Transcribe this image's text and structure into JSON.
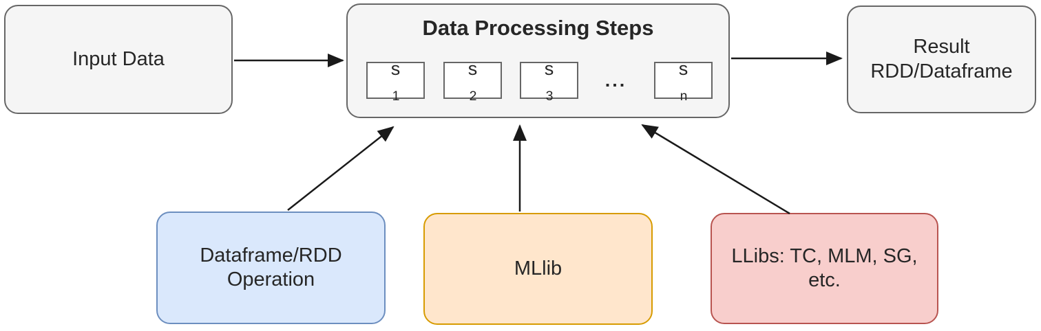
{
  "diagram": {
    "background": "#ffffff",
    "line_color": "#1a1a1a",
    "text_color": "#262626"
  },
  "nodes": {
    "input": {
      "label": "Input Data",
      "fill": "#f5f5f5",
      "stroke": "#666666"
    },
    "processing": {
      "title": "Data Processing Steps",
      "fill": "#f5f5f5",
      "stroke": "#666666",
      "step_fill": "#ffffff",
      "steps": [
        {
          "base": "s",
          "sub": "1"
        },
        {
          "base": "s",
          "sub": "2"
        },
        {
          "base": "s",
          "sub": "3"
        },
        {
          "base": "s",
          "sub": "n"
        }
      ],
      "ellipsis": "..."
    },
    "result": {
      "line1": "Result",
      "line2": "RDD/Dataframe",
      "fill": "#f5f5f5",
      "stroke": "#666666"
    },
    "dataframe_rdd": {
      "line1": "Dataframe/RDD",
      "line2": "Operation",
      "fill": "#dae8fc",
      "stroke": "#6c8ebf"
    },
    "mllib": {
      "label": "MLlib",
      "fill": "#ffe6cc",
      "stroke": "#d79b00"
    },
    "llibs": {
      "line1": "LLibs: TC, MLM, SG,",
      "line2": "etc.",
      "fill": "#f8cecc",
      "stroke": "#b85450"
    }
  },
  "edges": [
    {
      "from": "input",
      "to": "processing"
    },
    {
      "from": "processing",
      "to": "result"
    },
    {
      "from": "dataframe_rdd",
      "to": "processing"
    },
    {
      "from": "mllib",
      "to": "processing"
    },
    {
      "from": "llibs",
      "to": "processing"
    }
  ]
}
